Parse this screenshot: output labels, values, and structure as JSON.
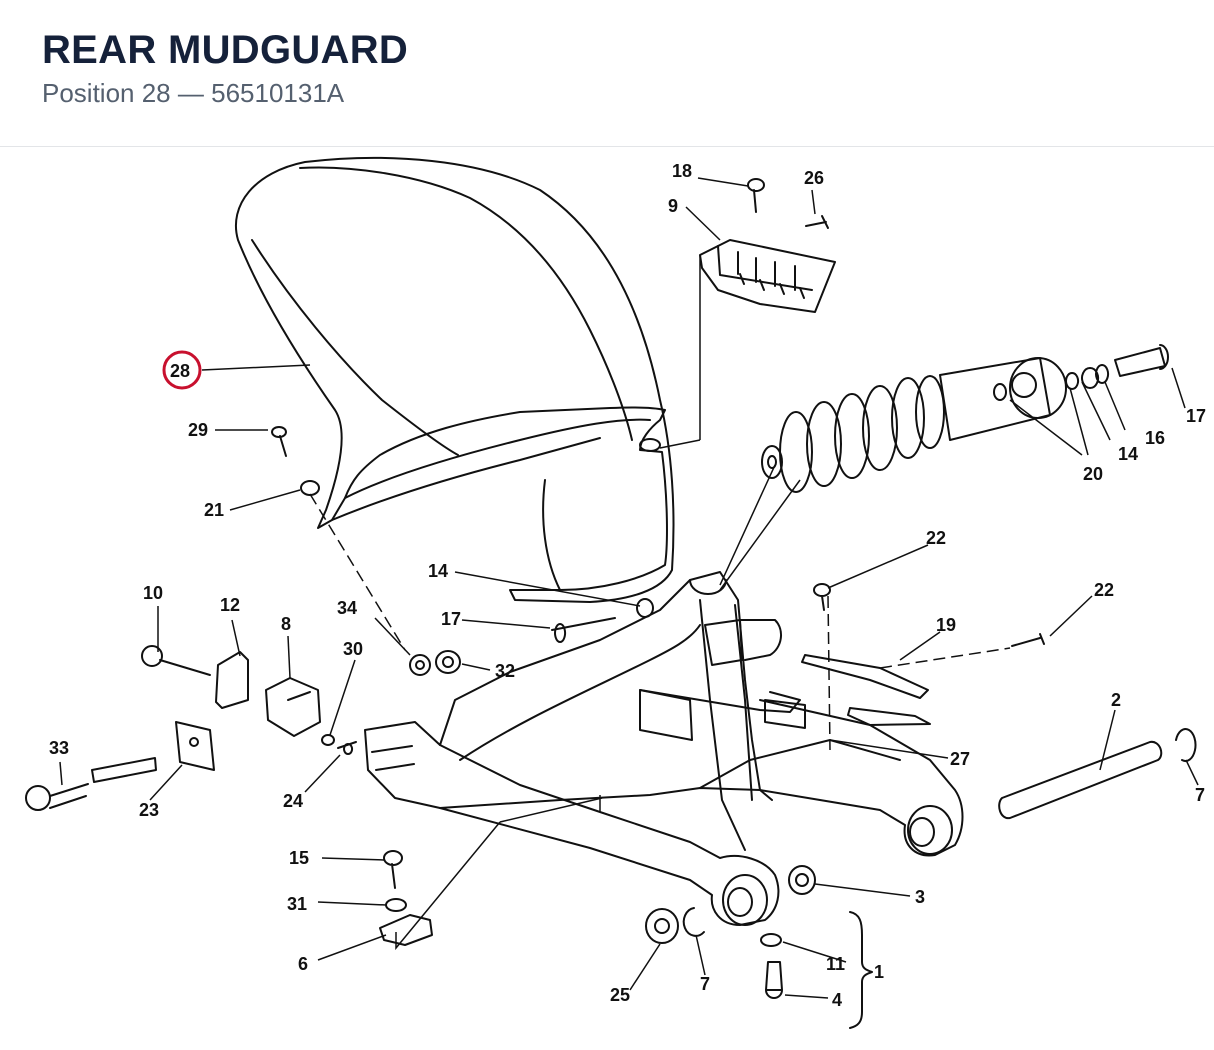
{
  "header": {
    "title": "REAR MUDGUARD",
    "subtitle_position": "Position 28",
    "subtitle_sep": "—",
    "subtitle_part": "56510131A"
  },
  "diagram": {
    "highlight_color": "#c8102e",
    "highlighted_callout": "28",
    "callouts": {
      "c18": "18",
      "c26": "26",
      "c9": "9",
      "c28": "28",
      "c17a": "17",
      "c16": "16",
      "c14a": "14",
      "c20": "20",
      "c29": "29",
      "c21": "21",
      "c22a": "22",
      "c22b": "22",
      "c14b": "14",
      "c17b": "17",
      "c19": "19",
      "c10": "10",
      "c12": "12",
      "c8": "8",
      "c34": "34",
      "c30": "30",
      "c32": "32",
      "c2": "2",
      "c27": "27",
      "c33": "33",
      "c23": "23",
      "c24": "24",
      "c7a": "7",
      "c15": "15",
      "c3": "3",
      "c31": "31",
      "c6": "6",
      "c11": "11",
      "c1": "1",
      "c25": "25",
      "c7b": "7",
      "c4": "4"
    }
  }
}
